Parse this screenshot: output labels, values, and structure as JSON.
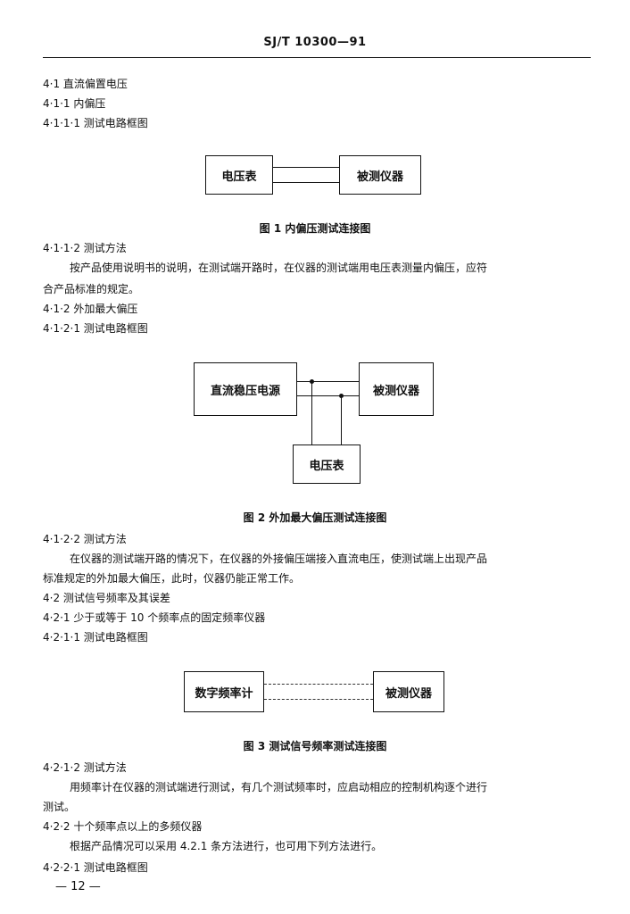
{
  "header": {
    "title": "SJ/T 10300—91"
  },
  "sections": {
    "s4_1": "4·1  直流偏置电压",
    "s4_1_1": "4·1·1  内偏压",
    "s4_1_1_1": "4·1·1·1  测试电路框图",
    "s4_1_1_2": "4·1·1·2  测试方法",
    "p1_line1": "按产品使用说明书的说明，在测试端开路时，在仪器的测试端用电压表测量内偏压，应符",
    "p1_line2": "合产品标准的规定。",
    "s4_1_2": "4·1·2  外加最大偏压",
    "s4_1_2_1": "4·1·2·1  测试电路框图",
    "s4_1_2_2": "4·1·2·2  测试方法",
    "p2_line1": "在仪器的测试端开路的情况下，在仪器的外接偏压端接入直流电压，使测试端上出现产品",
    "p2_line2": "标准规定的外加最大偏压，此时，仪器仍能正常工作。",
    "s4_2": "4·2  测试信号频率及其误差",
    "s4_2_1": "4·2·1  少于或等于 10 个频率点的固定频率仪器",
    "s4_2_1_1": "4·2·1·1  测试电路框图",
    "s4_2_1_2": "4·2·1·2  测试方法",
    "p3_line1": "用频率计在仪器的测试端进行测试，有几个测试频率时，应启动相应的控制机构逐个进行",
    "p3_line2": "测试。",
    "s4_2_2": "4·2·2  十个频率点以上的多频仪器",
    "p4_line1": "根据产品情况可以采用 4.2.1 条方法进行，也可用下列方法进行。",
    "s4_2_2_1": "4·2·2·1  测试电路框图"
  },
  "figures": {
    "fig1": {
      "box_left": "电压表",
      "box_right": "被测仪器",
      "caption": "图 1   内偏压测试连接图"
    },
    "fig2": {
      "box_source": "直流稳压电源",
      "box_device": "被测仪器",
      "box_meter": "电压表",
      "caption": "图 2   外加最大偏压测试连接图"
    },
    "fig3": {
      "box_left": "数字频率计",
      "box_right": "被测仪器",
      "caption": "图 3   测试信号频率测试连接图"
    }
  },
  "footer": {
    "page_number": "— 12 —"
  }
}
